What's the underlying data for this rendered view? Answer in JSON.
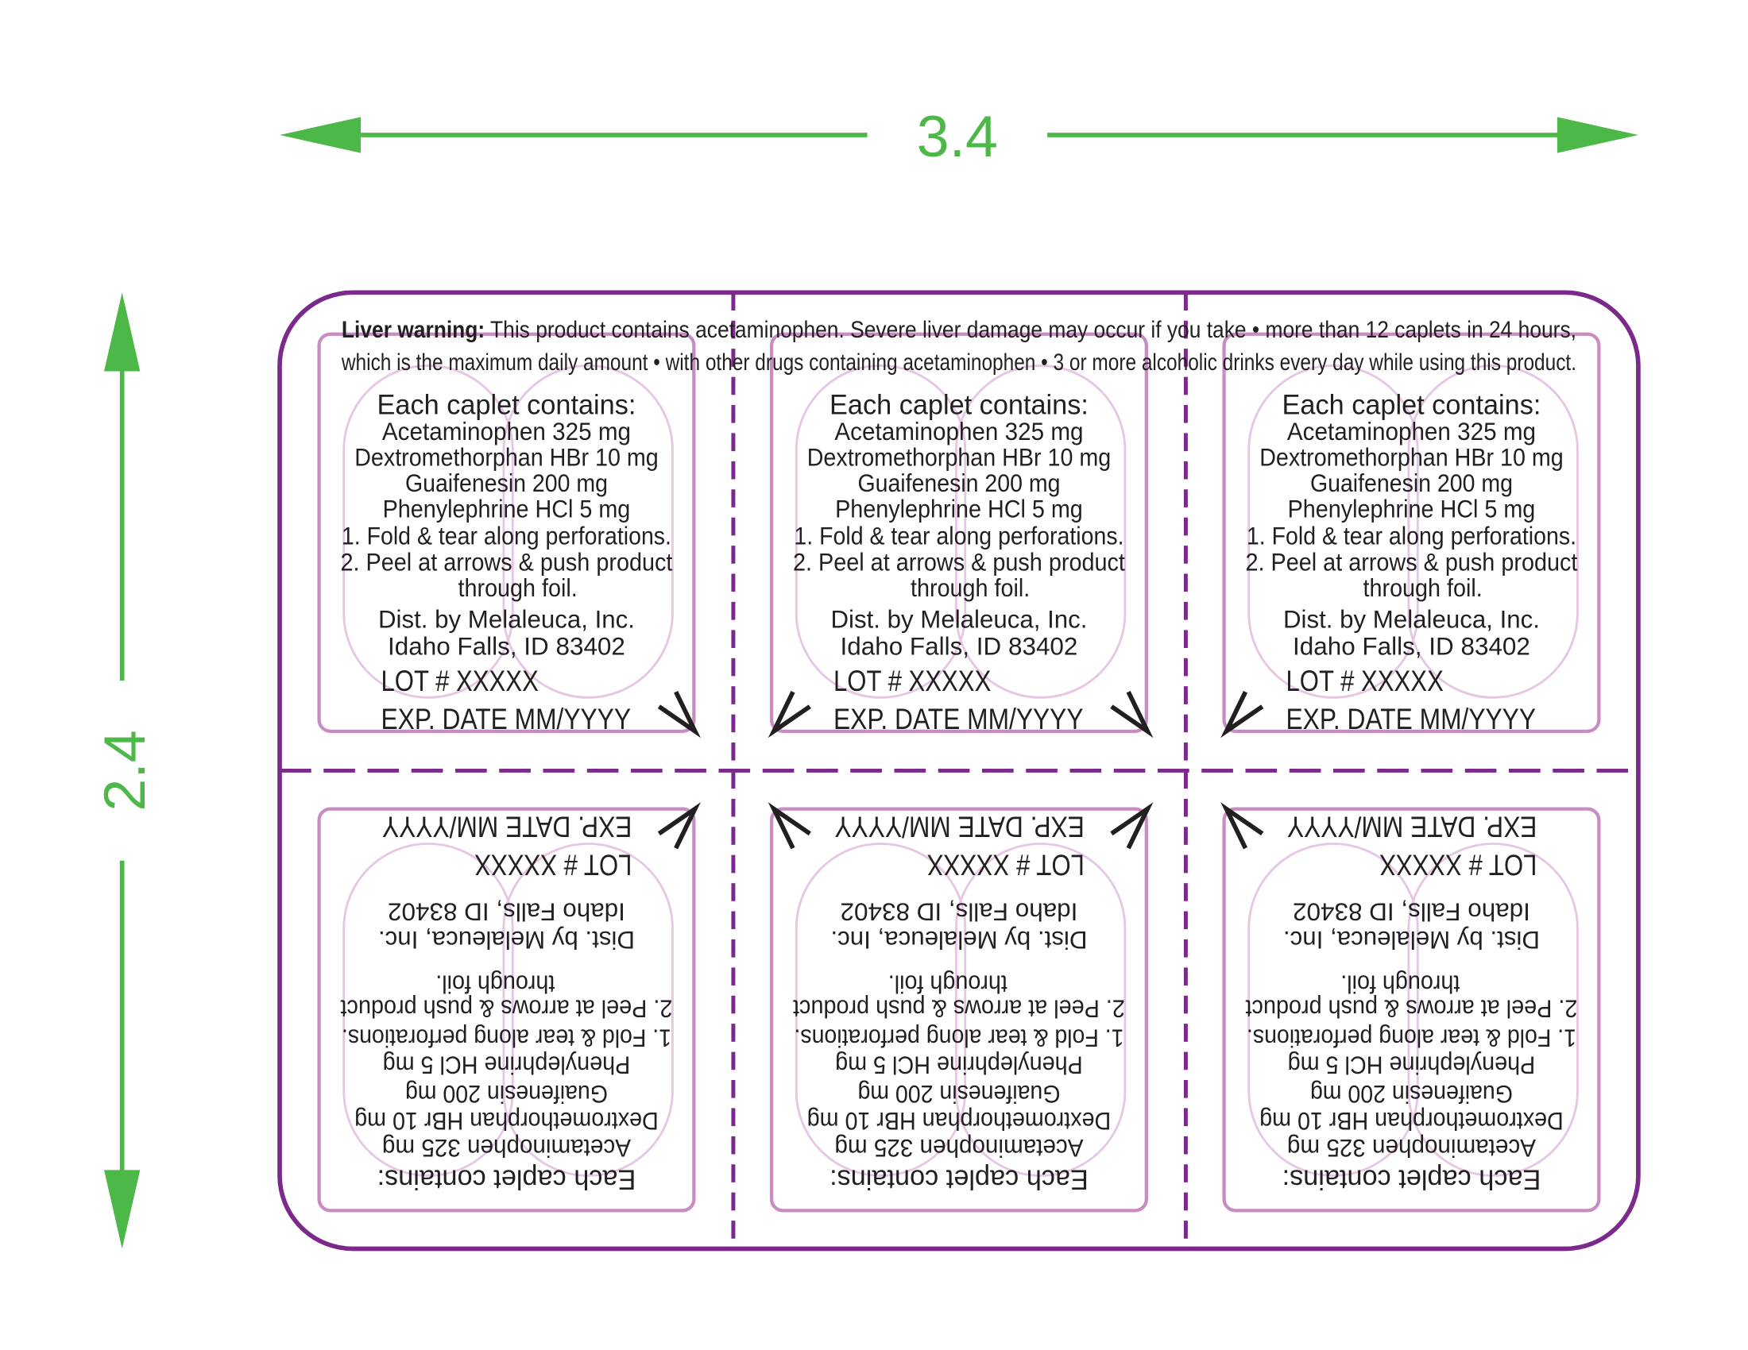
{
  "dimensions": {
    "width_label": "3.4",
    "height_label": "2.4"
  },
  "warning": {
    "bold": "Liver warning:",
    "line1_rest": " This product contains acetaminophen. Severe liver damage may occur if you take • more than 12 caplets in 24 hours,",
    "line2": "which is the maximum daily amount • with other drugs containing acetaminophen • 3 or more alcoholic drinks every day while using this product."
  },
  "cell": {
    "heading": "Each caplet contains:",
    "ingredients": [
      "Acetaminophen  325 mg",
      "Dextromethorphan HBr 10 mg",
      "Guaifenesin 200 mg",
      "Phenylephrine HCl 5 mg"
    ],
    "directions": [
      "1. Fold & tear along perforations.",
      "2. Peel at arrows & push product",
      "through foil."
    ],
    "distributor": [
      "Dist. by Melaleuca, Inc.",
      "Idaho Falls, ID 83402"
    ],
    "lot": "LOT # XXXXX",
    "exp": "EXP. DATE MM/YYYY"
  },
  "colors": {
    "dimension_green": "#4cb848",
    "card_purple": "#7b2a8c",
    "blister_pink": "#c98bc4",
    "caplet_pink": "#e6c6e3",
    "text": "#231f20"
  }
}
